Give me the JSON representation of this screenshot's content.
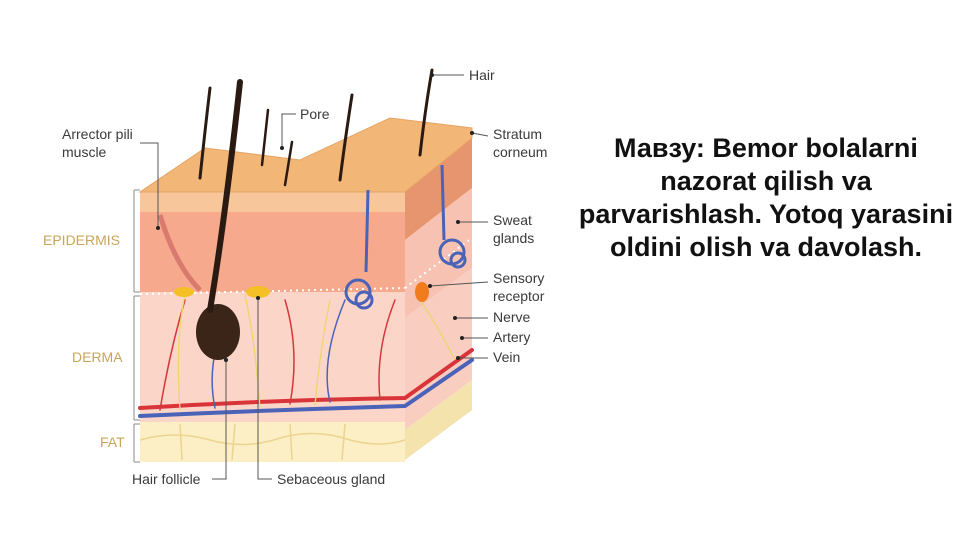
{
  "slide": {
    "title": "Мавзу: Bemor bolalarni nazorat qilish va parvarishlash. Yotoq yarasini oldini olish va davolash."
  },
  "diagram": {
    "layers": {
      "epidermis": "EPIDERMIS",
      "derma": "DERMA",
      "fat": "FAT"
    },
    "labels": {
      "arrector_line1": "Arrector pili",
      "arrector_line2": "muscle",
      "pore": "Pore",
      "hair": "Hair",
      "stratum_line1": "Stratum",
      "stratum_line2": "corneum",
      "sweat_line1": "Sweat",
      "sweat_line2": "glands",
      "sensory_line1": "Sensory",
      "sensory_line2": "receptor",
      "nerve": "Nerve",
      "artery": "Artery",
      "vein": "Vein",
      "hair_follicle": "Hair follicle",
      "sebaceous": "Sebaceous gland"
    },
    "colors": {
      "skin_top": "#f2b676",
      "epidermis": "#f6a98c",
      "derma": "#fbd5c8",
      "fat": "#fcefc6",
      "artery": "#d8343a",
      "vein": "#4a62b8"
    }
  }
}
